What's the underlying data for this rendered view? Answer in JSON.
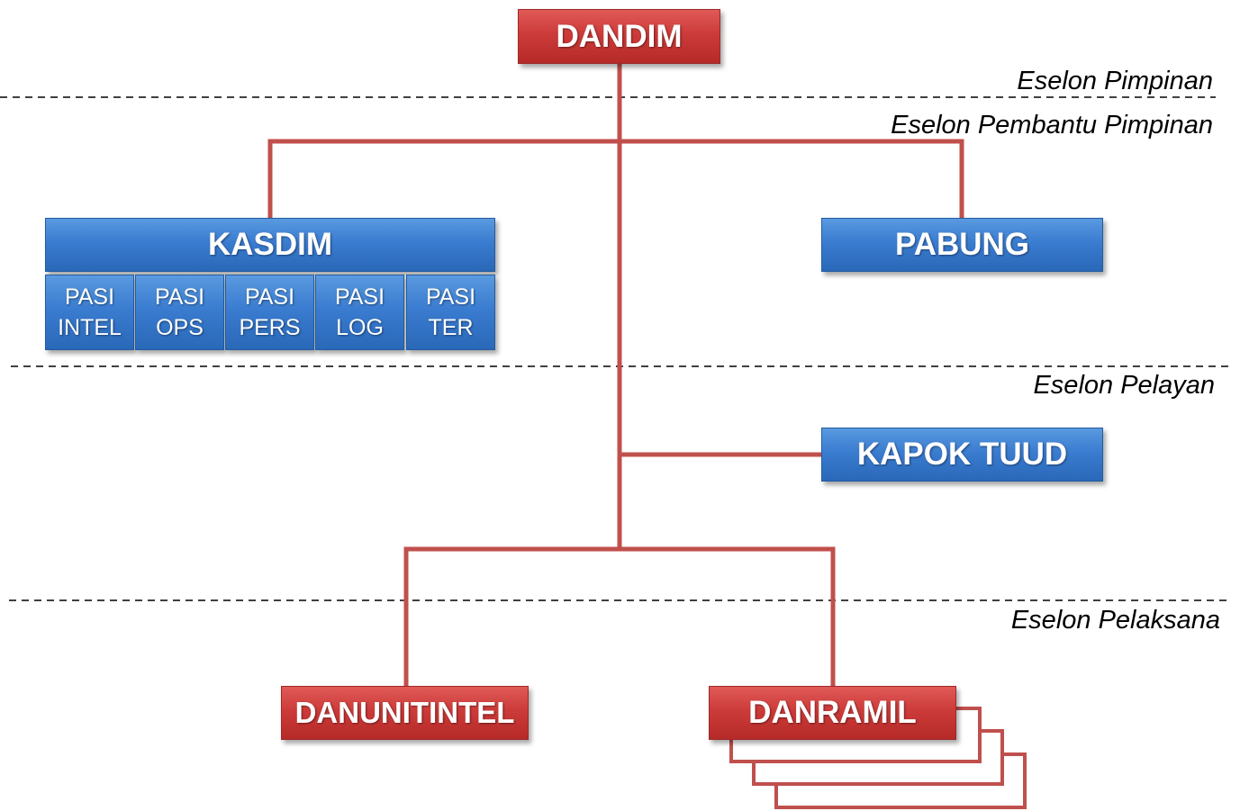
{
  "diagram": {
    "title": "Struktur Organisasi Kodim",
    "colors": {
      "leader": "#c0504d",
      "staff": "#3a7cd0",
      "connector": "#c0504d"
    },
    "nodes": {
      "dandim": "DANDIM",
      "kasdim": "KASDIM",
      "pabung": "PABUNG",
      "kapok_tuud": "KAPOK TUUD",
      "danunitintel": "DANUNITINTEL",
      "danramil": "DANRAMIL",
      "pasi": [
        {
          "line1": "PASI",
          "line2": "INTEL"
        },
        {
          "line1": "PASI",
          "line2": "OPS"
        },
        {
          "line1": "PASI",
          "line2": "PERS"
        },
        {
          "line1": "PASI",
          "line2": "LOG"
        },
        {
          "line1": "PASI",
          "line2": "TER"
        }
      ]
    },
    "echelons": {
      "pimpinan": "Eselon Pimpinan",
      "pembantu_pimpinan": "Eselon Pembantu Pimpinan",
      "pelayan": "Eselon Pelayan",
      "pelaksana": "Eselon Pelaksana"
    }
  }
}
